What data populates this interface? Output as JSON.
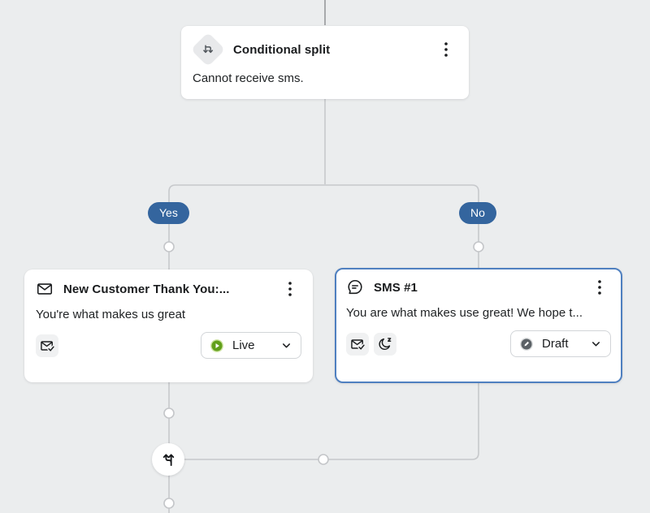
{
  "flow": {
    "split_node": {
      "title": "Conditional split",
      "condition": "Cannot receive sms."
    },
    "branch_labels": {
      "yes": "Yes",
      "no": "No"
    },
    "email_node": {
      "title": "New Customer Thank You:...",
      "preview": "You're what makes us great",
      "status": "Live"
    },
    "sms_node": {
      "title": "SMS #1",
      "preview": "You are what makes use great! We hope t...",
      "status": "Draft"
    }
  },
  "colors": {
    "canvas_bg": "#ebedee",
    "wire": "#c6c8cb",
    "badge_bg": "#34659e",
    "badge_text": "#ffffff",
    "selected_card_border": "#4f80c0",
    "live_green": "#619f1a",
    "live_ring": "#cbe29f",
    "draft_gray": "#5b6166",
    "draft_ring": "#d9dbdc",
    "text": "#1a1c1e"
  },
  "icons": {
    "split_node": "conditional-split-icon",
    "menu": "kebab-menu-icon",
    "email_node": "email-icon",
    "sms_node": "sms-bubble-icon",
    "email_check": "email-sent-check-icon",
    "quiet_hours": "quiet-hours-moon-icon",
    "live": "live-play-icon",
    "draft": "draft-pencil-icon",
    "dropdown": "chevron-down-icon",
    "merge": "merge-paths-icon"
  }
}
